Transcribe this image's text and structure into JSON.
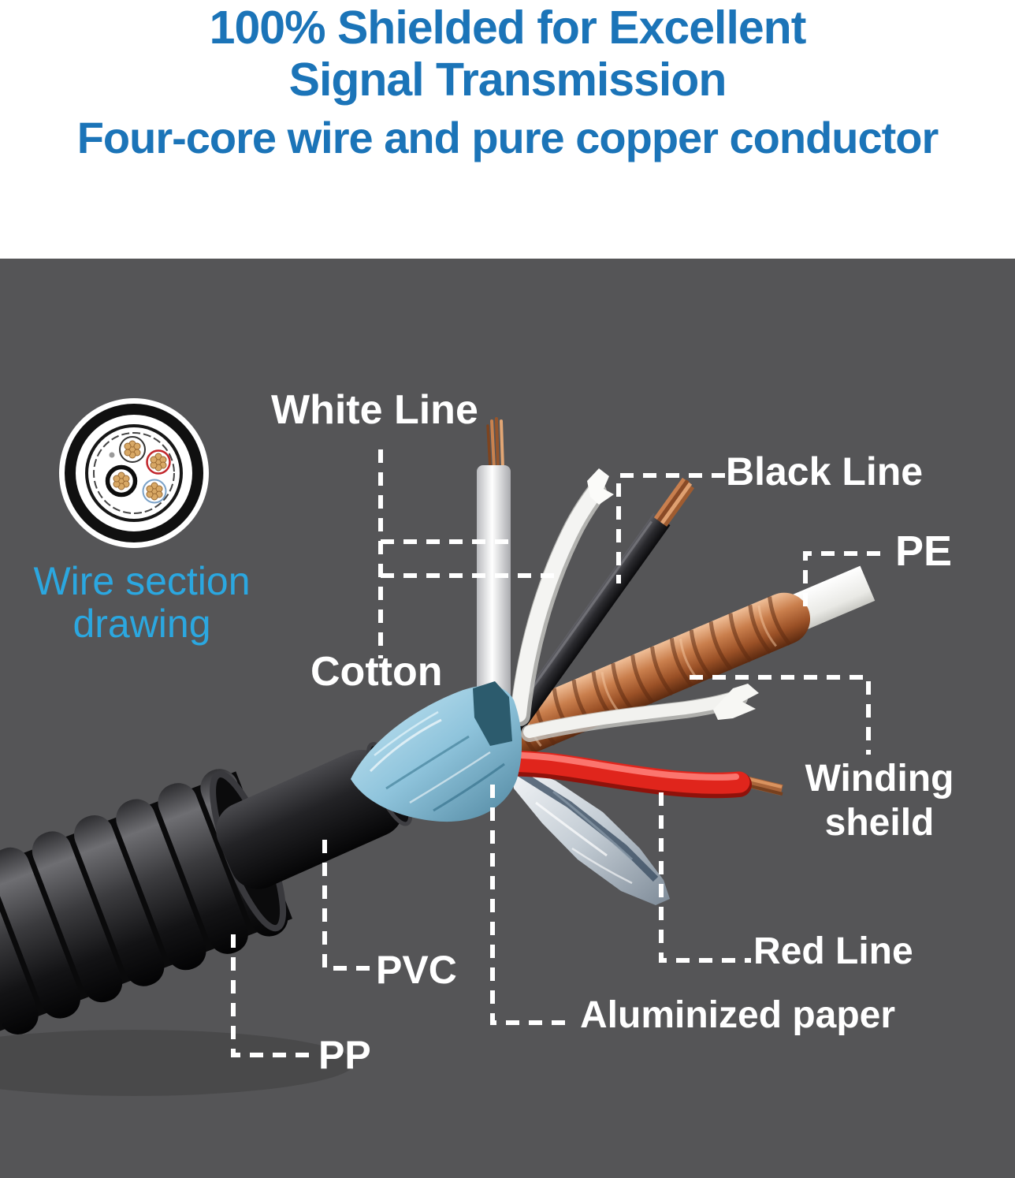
{
  "header": {
    "line1": "100% Shielded for Excellent",
    "line2": "Signal Transmission",
    "line3": "Four-core wire and pure copper conductor",
    "text_color": "#1b74b8"
  },
  "panel": {
    "background": "#555557"
  },
  "wire_section": {
    "caption_line1": "Wire section",
    "caption_line2": "drawing",
    "caption_color": "#2ba7e0"
  },
  "labels": {
    "white_line": "White Line",
    "black_line": "Black Line",
    "pe": "PE",
    "cotton": "Cotton",
    "winding_line1": "Winding",
    "winding_line2": "sheild",
    "pvc": "PVC",
    "red_line": "Red Line",
    "aluminized_paper": "Aluminized paper",
    "pp": "PP"
  },
  "colors": {
    "label_text": "#ffffff",
    "leader_dash": "#ffffff",
    "red_wire": "#e0251c",
    "copper": "#b56a3a",
    "foil_blue": "#8fc4dc",
    "silver_foil": "#d9dee3",
    "jacket_black": "#151517"
  }
}
